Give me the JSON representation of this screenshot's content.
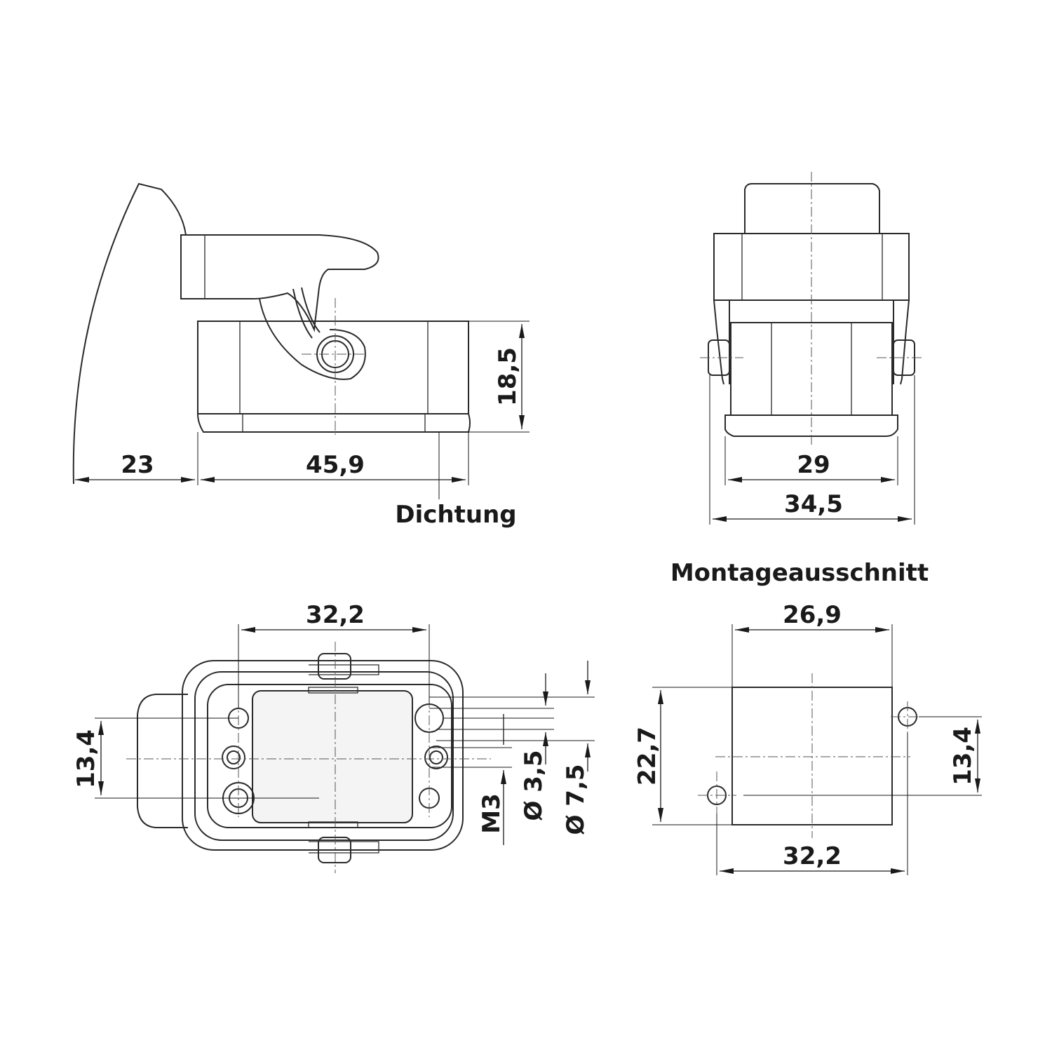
{
  "views": {
    "side": {
      "dimensions": {
        "lever_offset": "23",
        "length": "45,9",
        "height": "18,5"
      },
      "label_gasket": "Dichtung"
    },
    "front": {
      "dimensions": {
        "base_width": "29",
        "overall_width": "34,5"
      }
    },
    "top": {
      "dimensions": {
        "hole_spacing": "32,2",
        "hole_row_spacing": "13,4",
        "thread": "M3",
        "small_hole": "Ø 3,5",
        "large_hole": "Ø 7,5"
      }
    },
    "cutout": {
      "title": "Montageausschnitt",
      "dimensions": {
        "cutout_width": "26,9",
        "cutout_height": "22,7",
        "hole_spacing_x": "32,2",
        "hole_spacing_y": "13,4"
      }
    }
  }
}
